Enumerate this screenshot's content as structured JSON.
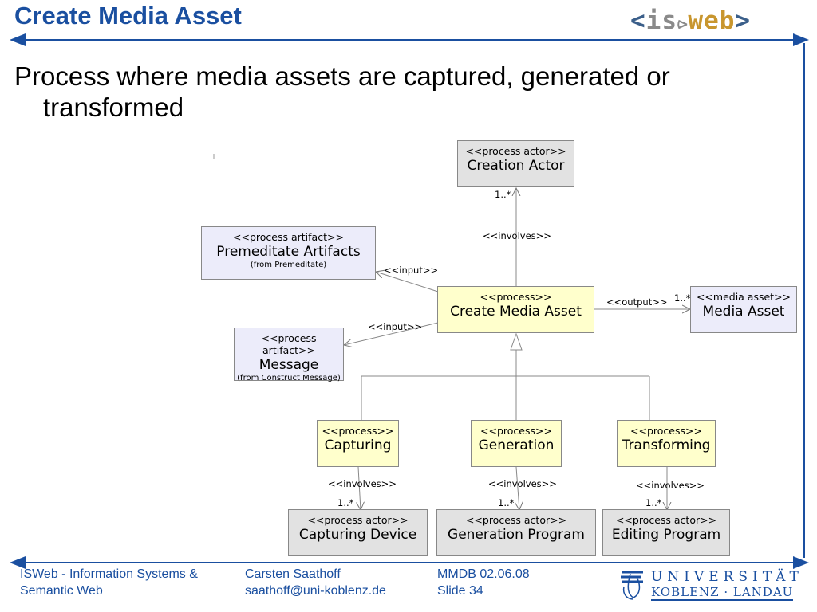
{
  "header": {
    "title": "Create Media Asset",
    "logo": {
      "open": "<",
      "is": "is",
      "web": "web",
      "close": ">"
    }
  },
  "content": {
    "subtitle_line1": "Process where media assets are captured, generated or",
    "subtitle_line2": "transformed"
  },
  "diagram": {
    "nodes": {
      "creation_actor": {
        "stereotype": "<<process actor>>",
        "name": "Creation Actor"
      },
      "premeditate_artifacts": {
        "stereotype": "<<process artifact>>",
        "name": "Premeditate Artifacts",
        "from": "(from Premeditate)"
      },
      "create_media_asset": {
        "stereotype": "<<process>>",
        "name": "Create Media Asset"
      },
      "media_asset": {
        "stereotype": "<<media asset>>",
        "name": "Media Asset"
      },
      "message": {
        "stereotype": "<<process artifact>>",
        "name": "Message",
        "from": "(from Construct Message)"
      },
      "capturing": {
        "stereotype": "<<process>>",
        "name": "Capturing"
      },
      "generation": {
        "stereotype": "<<process>>",
        "name": "Generation"
      },
      "transforming": {
        "stereotype": "<<process>>",
        "name": "Transforming"
      },
      "capturing_device": {
        "stereotype": "<<process actor>>",
        "name": "Capturing Device"
      },
      "generation_program": {
        "stereotype": "<<process actor>>",
        "name": "Generation Program"
      },
      "editing_program": {
        "stereotype": "<<process actor>>",
        "name": "Editing Program"
      }
    },
    "edges": {
      "involves_main": "<<involves>>",
      "mult_main": "1..*",
      "input_premeditate": "<<input>>",
      "input_message": "<<input>>",
      "output": "<<output>>",
      "mult_output": "1..*",
      "involves_capturing": "<<involves>>",
      "mult_capturing": "1..*",
      "involves_generation": "<<involves>>",
      "mult_generation": "1..*",
      "involves_transforming": "<<involves>>",
      "mult_transforming": "1..*"
    }
  },
  "footer": {
    "org_line1": "ISWeb - Information Systems &",
    "org_line2": "Semantic Web",
    "author_line1": "Carsten Saathoff",
    "author_line2": "saathoff@uni-koblenz.de",
    "course_line1": "MMDB 02.06.08",
    "course_line2": "Slide 34",
    "university_line1": "UNIVERSITÄT",
    "university_line2": "KOBLENZ · LANDAU"
  },
  "colors": {
    "accent": "#1a4fa0",
    "process_fill": "#ffffcc",
    "actor_fill": "#e2e2e2",
    "artifact_fill": "#ececfa"
  }
}
